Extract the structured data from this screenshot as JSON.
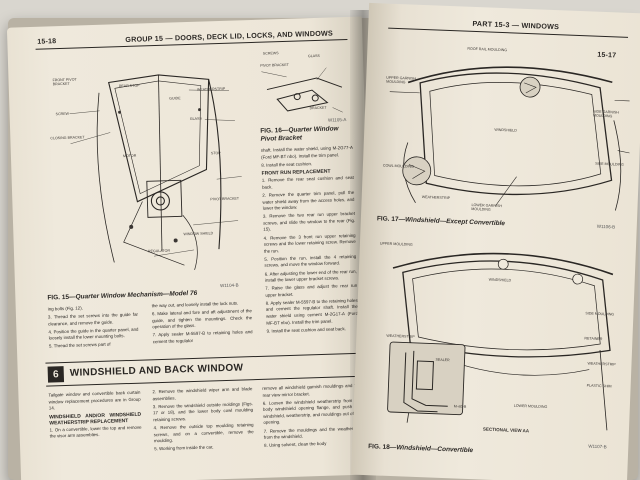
{
  "left_page": {
    "page_number": "15-18",
    "running_head": "GROUP 15 — DOORS, DECK LID, LOCKS, AND WINDOWS",
    "figure_15": {
      "caption_number": "FIG. 15",
      "caption_text": "—Quarter Window Mechanism—Model 76",
      "code": "W1104-B",
      "labels": [
        "FRONT PIVOT BRACKET",
        "REAR STOP",
        "SCREW",
        "CLOSING BRACKET",
        "GUIDE",
        "GLASS",
        "WEATHERSTRIP",
        "STOP",
        "MOTOR",
        "REGULATOR",
        "WINDOW SHIELD",
        "PIVOT BRACKET"
      ]
    },
    "figure_16": {
      "caption_number": "FIG. 16",
      "caption_text": "—Quarter Window Pivot Bracket",
      "code": "W1105-A",
      "labels": [
        "SCREWS",
        "PIVOT BRACKET",
        "GLASS",
        "BRACKET"
      ]
    },
    "col2_text": [
      "shaft. Install the water shield, using M-2G77-A (Ford MF-BT nbo). Install the trim panel.",
      "8. Install the seat cushion."
    ],
    "front_run_heading": "FRONT RUN REPLACEMENT",
    "front_run_steps": [
      "1. Remove the rear seat cushion and seat back.",
      "2. Remove the quarter trim panel, pull the water shield away from the access holes, and lower the window.",
      "3. Remove the two rear run upper bracket screws, and slide the window to the rear (Fig. 15).",
      "4. Remove the 3 front run upper retaining screws and the lower retaining screw. Remove the run.",
      "5. Position the run, install the 4 retaining screws, and move the window forward.",
      "6. After adjusting the lower end of the rear run, install the lower upper bracket screws.",
      "7. Raise the glass and adjust the rear run upper bracket.",
      "8. Apply sealer M-5597-B to the retaining holes and cement the regulator shaft. Install the water shield using cement M-2G17-A (Ford MF-BT nbo). Install the trim panel.",
      "9. Install the seat cushion and seat back."
    ],
    "col1_text": [
      "ing bolts (Fig. 12).",
      "3. Thread the set screws into the guide far clearance, and remove the guide.",
      "4. Position the guide in the quarter panel, and loosely install the lower mounting bolts.",
      "5. Thread the set screws part of"
    ],
    "col1b_text": [
      "the way out, and loosely install the lock nuts.",
      "6. Make lateral and fore and aft adjustment of the guide, and tighten the mountings. Check the operation of the glass.",
      "7. Apply sealer M-5597-B to retaining holes and cement the regulator"
    ],
    "section": {
      "number": "6",
      "title": "WINDSHIELD AND BACK WINDOW"
    },
    "section_col1": {
      "intro": "Tailgate window and convertible back curtain window replacement procedures are in Group 14.",
      "heading": "WINDSHIELD AND/OR WINDSHIELD WEATHERSTRIP REPLACEMENT",
      "steps": [
        "1. On a convertible, lower the top and remove the visor arm assemblies."
      ]
    },
    "section_col2": [
      "2. Remove the windshield wiper arm and blade assemblies.",
      "3. Remove the windshield outside moldings (Figs. 17 or 18), and the lower body cowl moulding retaining screws.",
      "4. Remove the outside top moulding retaining screws, and on a convertible, remove the moulding.",
      "5. Working from inside the car,"
    ],
    "section_col3": [
      "remove all windshield garnish mouldings and the rear view mirror bracket.",
      "6. Loosen the windshield weatherstrip from the body windshield opening flange, and push the windshield, weatherstrip, and mouldings out of the opening.",
      "7. Remove the mouldings and the weatherstrip from the windshield.",
      "8. Using solvent, clean the body"
    ]
  },
  "right_page": {
    "running_head": "PART 15-3 — Windows",
    "page_number": "15-17",
    "figure_17": {
      "caption_number": "FIG. 17",
      "caption_text": "—Windshield—Except Convertible",
      "code": "W1106-B",
      "labels": [
        "ROOF RAIL MOULDING",
        "UPPER GARNISH MOULDING",
        "SIDE GARNISH MOULDING",
        "COWL MOULDING",
        "WINDSHIELD",
        "WEATHERSTRIP",
        "LOWER GARNISH MOULDING",
        "SIDE MOULDING"
      ]
    },
    "figure_18": {
      "caption_number": "FIG. 18",
      "caption_text": "—Windshield—Convertible",
      "code": "W1107-B",
      "section_label": "SECTIONAL VIEW AA",
      "labels": [
        "UPPER MOULDING",
        "WINDSHIELD",
        "WEATHERSTRIP",
        "SEALER",
        "SIDE MOULDING",
        "RETAINER",
        "LOWER MOULDING",
        "WEATHERSTRIP",
        "PLASTIC SHIM",
        "M-4G-B"
      ]
    }
  }
}
